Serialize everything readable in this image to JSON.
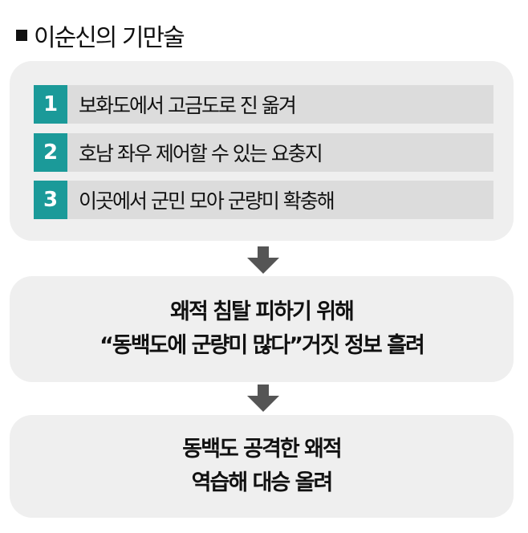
{
  "title": "이순신의 기만술",
  "steps": [
    {
      "num": "1",
      "text": "보화도에서 고금도로 진 옮겨"
    },
    {
      "num": "2",
      "text": "호남 좌우 제어할 수 있는 요충지"
    },
    {
      "num": "3",
      "text": "이곳에서 군민 모아 군량미 확충해"
    }
  ],
  "box2": {
    "line1": "왜적 침탈 피하기 위해",
    "line2": "“동백도에 군량미 많다”거짓 정보 흘려"
  },
  "box3": {
    "line1": "동백도 공격한 왜적",
    "line2": "역습해 대승 올려"
  },
  "colors": {
    "accent": "#1b9a99",
    "panel": "#efefef",
    "row": "#dcdcdc",
    "arrow": "#555555"
  }
}
